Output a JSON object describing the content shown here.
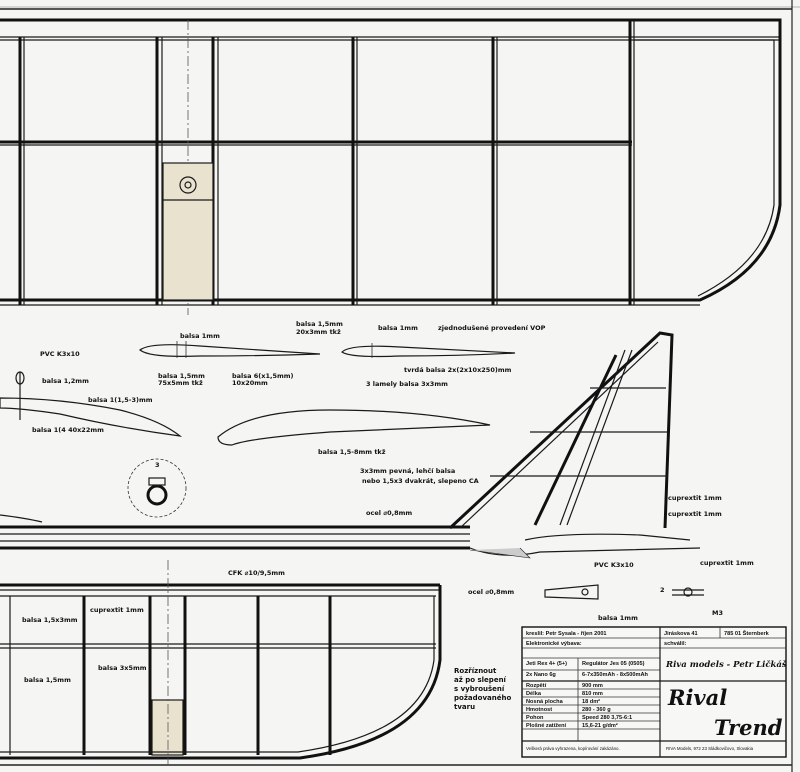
{
  "labels": {
    "pvc_top": "PVC K3x10",
    "balsa_1mm_a": "balsa 1mm",
    "balsa_15_top": "balsa 1,5mm",
    "balsa_15_top2": "20x3mm tkž",
    "balsa_1mm_b": "balsa 1mm",
    "simplified_vop": "zjednodušené provedení VOP",
    "balsa_12": "balsa 1,2mm",
    "balsa_15_left": "balsa 1,5mm",
    "balsa_15_left2": "75x5mm tkž",
    "balsa_6": "balsa 6(x1,5mm)",
    "balsa_6b": "10x20mm",
    "hard_balsa": "tvrdá balsa 2x(2x10x250)mm",
    "three_layers": "3 lamely balsa 3x3mm",
    "balsa_115": "balsa 1(1,5-3)mm",
    "balsa_14": "balsa 1(4 40x22mm",
    "balsa_158": "balsa 1,5-8mm tkž",
    "note_balsa_1": "3x3mm pevná, lehčí balsa",
    "note_balsa_2": "nebo 1,5x3 dvakrát, slepeno CA",
    "dim_3": "3",
    "steel_1": "ocel ⌀0,8mm",
    "cuprextit_1": "cuprextit 1mm",
    "cuprextit_2": "cuprextit 1mm",
    "cfk": "CFK ⌀10/9,5mm",
    "pvc_bottom": "PVC K3x10",
    "steel_2": "ocel ⌀0,8mm",
    "cuprextit_3": "cuprextit 1mm",
    "dim_2": "2",
    "m3": "M3",
    "balsa_1mm_c": "balsa 1mm",
    "balsa_15x3": "balsa 1,5x3mm",
    "cuprextit_4": "cuprextit 1mm",
    "balsa_3x5": "balsa 3x5mm",
    "balsa_15_bottom": "balsa 1,5mm",
    "note_split_1": "Rozříznout",
    "note_split_2": "až po slepení",
    "note_split_3": "s vybroušení",
    "note_split_4": "požadovaného",
    "note_split_5": "tvaru"
  },
  "title_block": {
    "drew": "kreslil: Petr Sysala - říjen 2001",
    "street": "Jiráskova 41",
    "zip": "785 01 Šternberk",
    "checked": "schválil:",
    "electronics": "Elektronické výbava:",
    "motor1_a": "Jeti Rex 4+ (5+)",
    "motor1_b": "Regulátor Jes 05 (0505)",
    "motor2_a": "2x Nano 6g",
    "motor2_b": "6-7x350mAh - 8x500mAh",
    "firm": "Riva models - Petr Ličkáš",
    "specs": [
      {
        "k": "Rozpětí",
        "v": "900 mm"
      },
      {
        "k": "Délka",
        "v": "810 mm"
      },
      {
        "k": "Nosná plocha",
        "v": "18 dm²"
      },
      {
        "k": "Hmotnost",
        "v": "280 - 360 g"
      },
      {
        "k": "Pohon",
        "v": "Speed 280 3,75-6:1"
      },
      {
        "k": "Plošné zatížení",
        "v": "15,6-21 g/dm²"
      }
    ],
    "model_1": "Rival",
    "model_2": "Trend",
    "footer_left": "Veškerá práva vyhrazena, kopírování zakázáno.",
    "footer_right": "RIVA Models, 972 23 Sládkovičovo, Slovakia"
  }
}
